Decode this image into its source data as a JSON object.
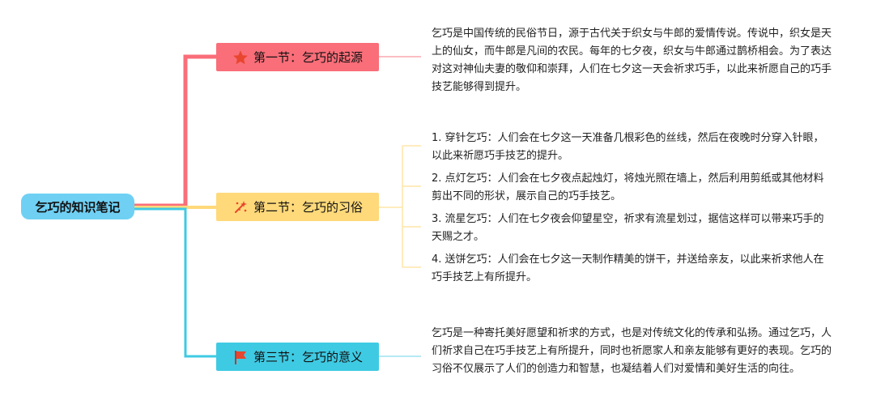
{
  "root": {
    "label": "乞巧的知识笔记"
  },
  "sections": [
    {
      "title": "第一节：乞巧的起源",
      "icon": "star-icon",
      "color": "#f96e79",
      "content": "乞巧是中国传统的民俗节日，源于古代关于织女与牛郎的爱情传说。传说中，织女是天上的仙女，而牛郎是凡间的农民。每年的七夕夜，织女与牛郎通过鹊桥相会。为了表达对这对神仙夫妻的敬仰和崇拜，人们在七夕这一天会祈求巧手，以此来祈愿自己的巧手技艺能够得到提升。"
    },
    {
      "title": "第二节：乞巧的习俗",
      "icon": "sparkles-icon",
      "color": "#ffd97a",
      "items": [
        "1. 穿针乞巧：人们会在七夕这一天准备几根彩色的丝线，然后在夜晚时分穿入针眼，以此来祈愿巧手技艺的提升。",
        "2. 点灯乞巧：人们会在七夕夜点起烛灯，将烛光照在墙上，然后利用剪纸或其他材料剪出不同的形状，展示自己的巧手技艺。",
        "3. 流星乞巧：人们在七夕夜会仰望星空，祈求有流星划过，据信这样可以带来巧手的天赐之才。",
        "4. 送饼乞巧：人们会在七夕这一天制作精美的饼干，并送给亲友，以此来祈求他人在巧手技艺上有所提升。"
      ]
    },
    {
      "title": "第三节：乞巧的意义",
      "icon": "flag-icon",
      "color": "#3fcae3",
      "content": "乞巧是一种寄托美好愿望和祈求的方式，也是对传统文化的传承和弘扬。通过乞巧，人们祈求自己在巧手技艺上有所提升，同时也祈愿家人和亲友能够有更好的表现。乞巧的习俗不仅展示了人们的创造力和智慧，也凝结着人们对爱情和美好生活的向往。"
    }
  ]
}
